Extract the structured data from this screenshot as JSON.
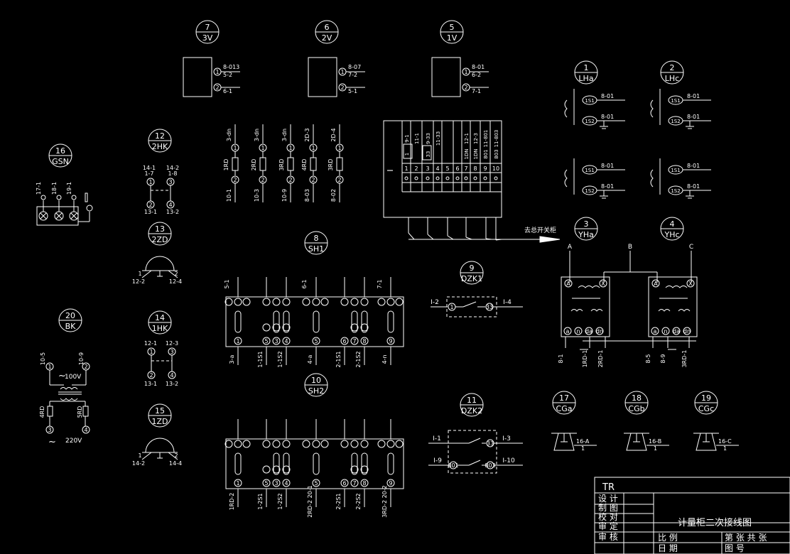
{
  "title_block": {
    "logo": "TR",
    "drawing_title": "计量柜二次接线图",
    "rows": [
      "设 计",
      "制 图",
      "校 对",
      "审 定",
      "审 核"
    ],
    "scale_label": "比 例",
    "date_label": "日 期",
    "sheet_label": "第 张 共 张",
    "drawing_no_label": "图 号"
  },
  "meters": [
    {
      "num": "7",
      "code": "3V",
      "t1": "8-013",
      "t2": "5-2",
      "t3": "6-1"
    },
    {
      "num": "6",
      "code": "2V",
      "t1": "8-07",
      "t2": "7-2",
      "t3": "5-1"
    },
    {
      "num": "5",
      "code": "1V",
      "t1": "8-01",
      "t2": "6-2",
      "t3": "7-1"
    }
  ],
  "transformers_top": [
    {
      "num": "1",
      "code": "LHa"
    },
    {
      "num": "2",
      "code": "LHc"
    }
  ],
  "ct_labels": [
    "1S1",
    "1S2",
    "8-01"
  ],
  "vts": [
    {
      "num": "3",
      "code": "YHa"
    },
    {
      "num": "4",
      "code": "YHc"
    }
  ],
  "phases": [
    "A",
    "B",
    "C"
  ],
  "to_main": "去总开关柜",
  "fuses": [
    {
      "top": "3-dn",
      "side": "1RD",
      "bot": "10-1"
    },
    {
      "top": "3-dn",
      "side": "2RD",
      "bot": "10-3"
    },
    {
      "top": "3-dn",
      "side": "3RD",
      "bot": "10-9"
    },
    {
      "top": "2D-3",
      "side": "4RD",
      "bot": "8-03"
    },
    {
      "top": "2D-4",
      "side": "3RD",
      "bot": "8-02"
    }
  ],
  "gsn": {
    "num": "16",
    "code": "GSN",
    "terms": [
      "17-1",
      "18-1",
      "19-1"
    ]
  },
  "switch_2hk": {
    "num": "12",
    "code": "2HK",
    "top": [
      "14-1",
      "1-7",
      "14-2",
      "1-8"
    ],
    "bot": [
      "13-1",
      "13-2"
    ]
  },
  "lamp_2zd": {
    "num": "13",
    "code": "2ZD",
    "left": "12-2",
    "right": "12-4"
  },
  "switch_1hk": {
    "num": "14",
    "code": "1HK",
    "top": [
      "12-1",
      "12-3"
    ],
    "bot": [
      "13-1",
      "13-2"
    ]
  },
  "lamp_1zd": {
    "num": "15",
    "code": "1ZD",
    "left": "14-2",
    "right": "14-4"
  },
  "bk": {
    "num": "20",
    "code": "BK",
    "top": [
      "10-5",
      "10-9"
    ],
    "v1": "100V",
    "v2": "220V",
    "fl": "4RD",
    "fr": "5RD"
  },
  "sh1": {
    "num": "8",
    "code": "SH1",
    "top": [
      "5-1",
      "6-1",
      "7-1"
    ],
    "bot": [
      "3-a",
      "1-1S1",
      "1-1S2",
      "4-a",
      "2-1S1",
      "2-1S2",
      "4-n"
    ]
  },
  "sh2": {
    "num": "10",
    "code": "SH2",
    "bot": [
      "1RD-2",
      "1-2S1",
      "1-2S2",
      "2RD-2 20-1",
      "2-2S1",
      "2-2S2",
      "3RD-2 20-2"
    ]
  },
  "dzk1": {
    "num": "9",
    "code": "DZK1",
    "left": "I-2",
    "right": "I-4"
  },
  "dzk2": {
    "num": "11",
    "code": "DZK2",
    "l1": "I-1",
    "r1": "I-3",
    "l2": "I-9",
    "r2": "I-10"
  },
  "cg": [
    {
      "num": "17",
      "code": "CGa",
      "label": "16-A"
    },
    {
      "num": "18",
      "code": "CGb",
      "label": "16-B"
    },
    {
      "num": "19",
      "code": "CGc",
      "label": "16-C"
    }
  ],
  "terminal": {
    "label": "I",
    "top": [
      "9-1",
      "11-1",
      "9-33",
      "11-33",
      "",
      "",
      "12-1",
      "12-3",
      "11-801",
      "11-803"
    ],
    "mid": [
      "1",
      "",
      "33",
      "",
      "",
      "",
      "1DN",
      "1DN",
      "801",
      "803"
    ],
    "nums": [
      "1",
      "2",
      "3",
      "4",
      "5",
      "6",
      "7",
      "8",
      "9",
      "10"
    ]
  },
  "vt_bottom": [
    "8-1",
    "1RD-1",
    "2RD-1",
    "8-5",
    "8-9",
    "3RD-1"
  ]
}
